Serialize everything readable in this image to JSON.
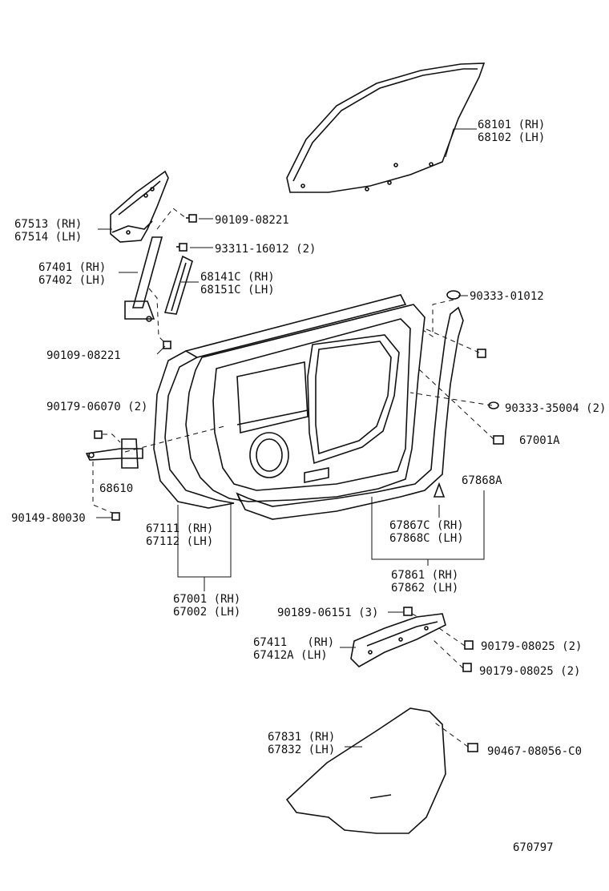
{
  "diagram_id": "670797",
  "labels": {
    "glass": [
      "68101 (RH)",
      "68102 (LH)"
    ],
    "vent_frame": [
      "67513 (RH)",
      "67514 (LH)"
    ],
    "screw_top": "90109-08221",
    "screw_mid": "93311-16012 (2)",
    "channel": [
      "67401 (RH)",
      "67402 (LH)"
    ],
    "run": [
      "68141C (RH)",
      "68151C (LH)"
    ],
    "oring_top": "90333-01012",
    "screw_low": "90109-08221",
    "bolt_hinge": "90179-06070 (2)",
    "oring_mid": "90333-35004 (2)",
    "clip": "67001A",
    "check": "68610",
    "weatherstrip": "67868A",
    "bolt_check": "90149-80030",
    "panel_seal": [
      "67111 (RH)",
      "67112 (LH)"
    ],
    "door_weather": [
      "67867C (RH)",
      "67868C (LH)"
    ],
    "door_panel": [
      "67001 (RH)",
      "67002 (LH)"
    ],
    "weather_assy": [
      "67861 (RH)",
      "67862 (LH)"
    ],
    "bolt_reinf": "90189-06151 (3)",
    "reinforcement": [
      "67411   (RH)",
      "67412A (LH)"
    ],
    "bolt_r1": "90179-08025 (2)",
    "bolt_r2": "90179-08025 (2)",
    "cover": [
      "67831 (RH)",
      "67832 (LH)"
    ],
    "clip_cover": "90467-08056-C0"
  }
}
